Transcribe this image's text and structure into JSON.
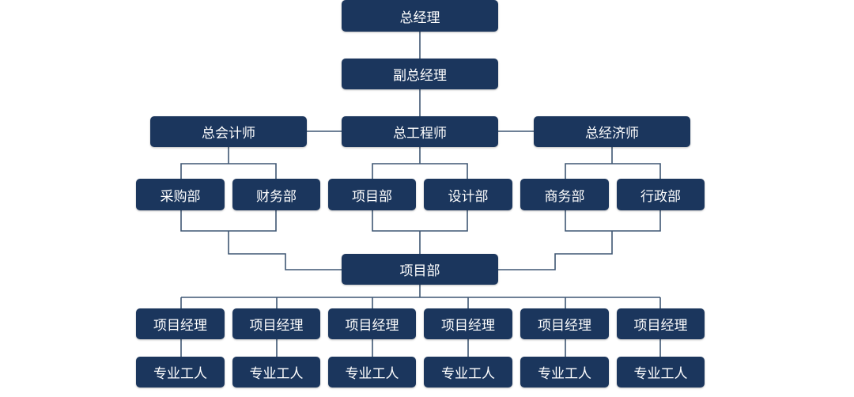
{
  "org": {
    "ceo": "总经理",
    "deputy": "副总经理",
    "chief_accountant": "总会计师",
    "chief_engineer": "总工程师",
    "chief_economist": "总经济师",
    "departments": [
      "采购部",
      "财务部",
      "项目部",
      "设计部",
      "商务部",
      "行政部"
    ],
    "project_dept": "项目部",
    "project_managers": [
      "项目经理",
      "项目经理",
      "项目经理",
      "项目经理",
      "项目经理",
      "项目经理"
    ],
    "workers": [
      "专业工人",
      "专业工人",
      "专业工人",
      "专业工人",
      "专业工人",
      "专业工人"
    ]
  },
  "colors": {
    "node_fill": "#1b365d",
    "node_text": "#ffffff",
    "connector": "#3f5773"
  }
}
